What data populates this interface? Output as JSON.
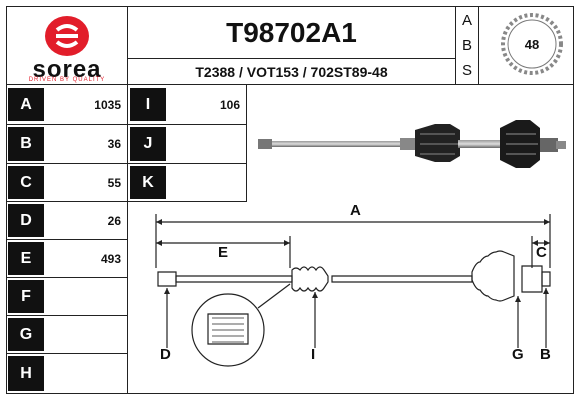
{
  "brand": {
    "name": "sorea",
    "tagline": "DRIVEN BY QUALITY",
    "color": "#e21d2a"
  },
  "header": {
    "part_number": "T98702A1",
    "cross_refs": "T2388 / VOT153 / 702ST89-48",
    "abs_letters": [
      "A",
      "B",
      "S"
    ],
    "abs_teeth": "48"
  },
  "specs_left": [
    {
      "key": "A",
      "value": "1035"
    },
    {
      "key": "B",
      "value": "36"
    },
    {
      "key": "C",
      "value": "55"
    },
    {
      "key": "D",
      "value": "26"
    },
    {
      "key": "E",
      "value": "493"
    },
    {
      "key": "F",
      "value": ""
    },
    {
      "key": "G",
      "value": ""
    },
    {
      "key": "H",
      "value": ""
    }
  ],
  "specs_mid": [
    {
      "key": "I",
      "value": "106"
    },
    {
      "key": "J",
      "value": ""
    },
    {
      "key": "K",
      "value": ""
    }
  ],
  "diagram_labels": {
    "A": "A",
    "C": "C",
    "D": "D",
    "E": "E",
    "G": "G",
    "B": "B",
    "I": "I"
  }
}
